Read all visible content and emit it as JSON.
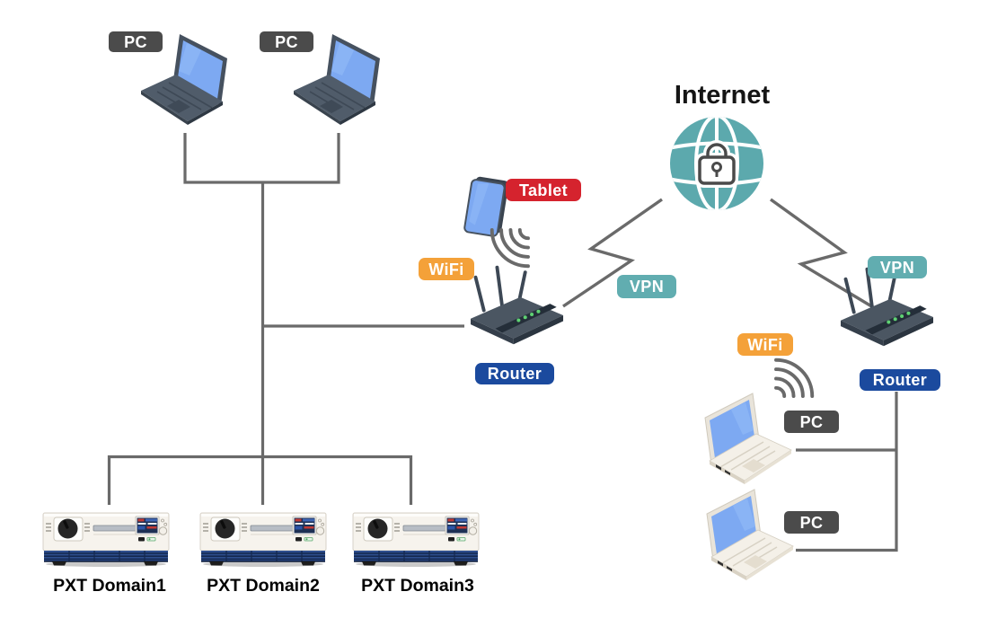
{
  "diagram": {
    "title": "Internet",
    "badges": {
      "pc": "PC",
      "tablet": "Tablet",
      "wifi": "WiFi",
      "router": "Router",
      "vpn": "VPN"
    },
    "pxt_units": [
      {
        "caption": "PXT Domain1"
      },
      {
        "caption": "PXT Domain2"
      },
      {
        "caption": "PXT Domain3"
      }
    ],
    "colors": {
      "badge_gray": "#4b4b4b",
      "badge_red": "#d5232e",
      "badge_orange": "#f4a139",
      "badge_navy": "#1b4a9e",
      "badge_teal": "#61adb0",
      "connector_gray": "#6a6a6a",
      "globe_teal": "#5ca9ad",
      "screen_blue": "#7da9f2"
    }
  }
}
